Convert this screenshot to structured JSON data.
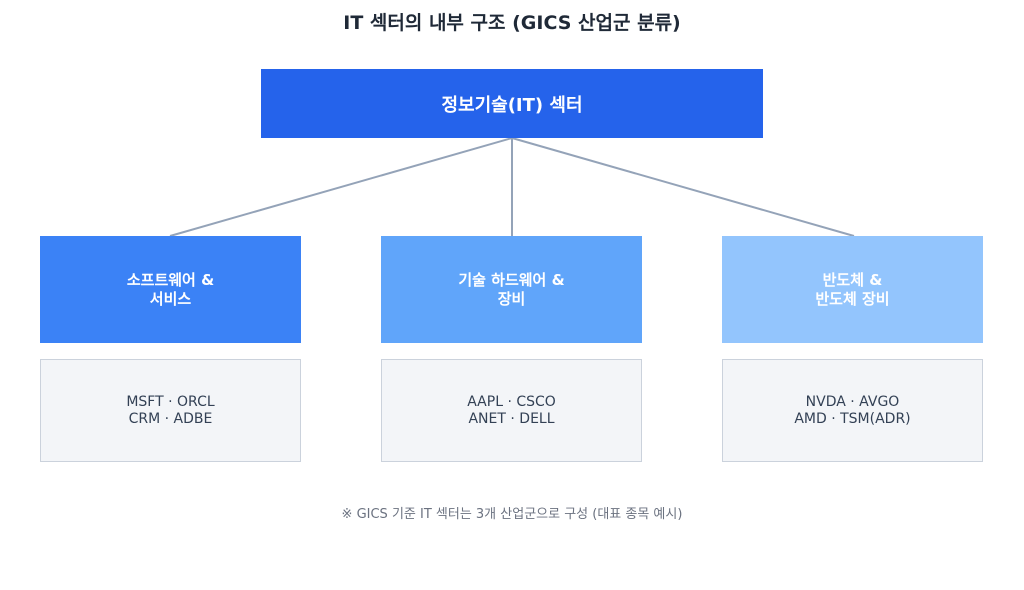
{
  "title": "IT 섹터의 내부 구조 (GICS 산업군 분류)",
  "root": {
    "label": "정보기술(IT) 섹터",
    "color": "#2563eb"
  },
  "categories": [
    {
      "label": "소프트웨어 &\n서비스",
      "examples": "MSFT · ORCL\nCRM · ADBE",
      "color": "#3b82f6"
    },
    {
      "label": "기술 하드웨어 &\n장비",
      "examples": "AAPL · CSCO\nANET · DELL",
      "color": "#60a5fa"
    },
    {
      "label": "반도체 &\n반도체 장비",
      "examples": "NVDA · AVGO\nAMD · TSM(ADR)",
      "color": "#93c5fd"
    }
  ],
  "note": "※ GICS 기준 IT 섹터는 3개 산업군으로 구성 (대표 종목 예시)",
  "connector_color": "#94a3b8"
}
